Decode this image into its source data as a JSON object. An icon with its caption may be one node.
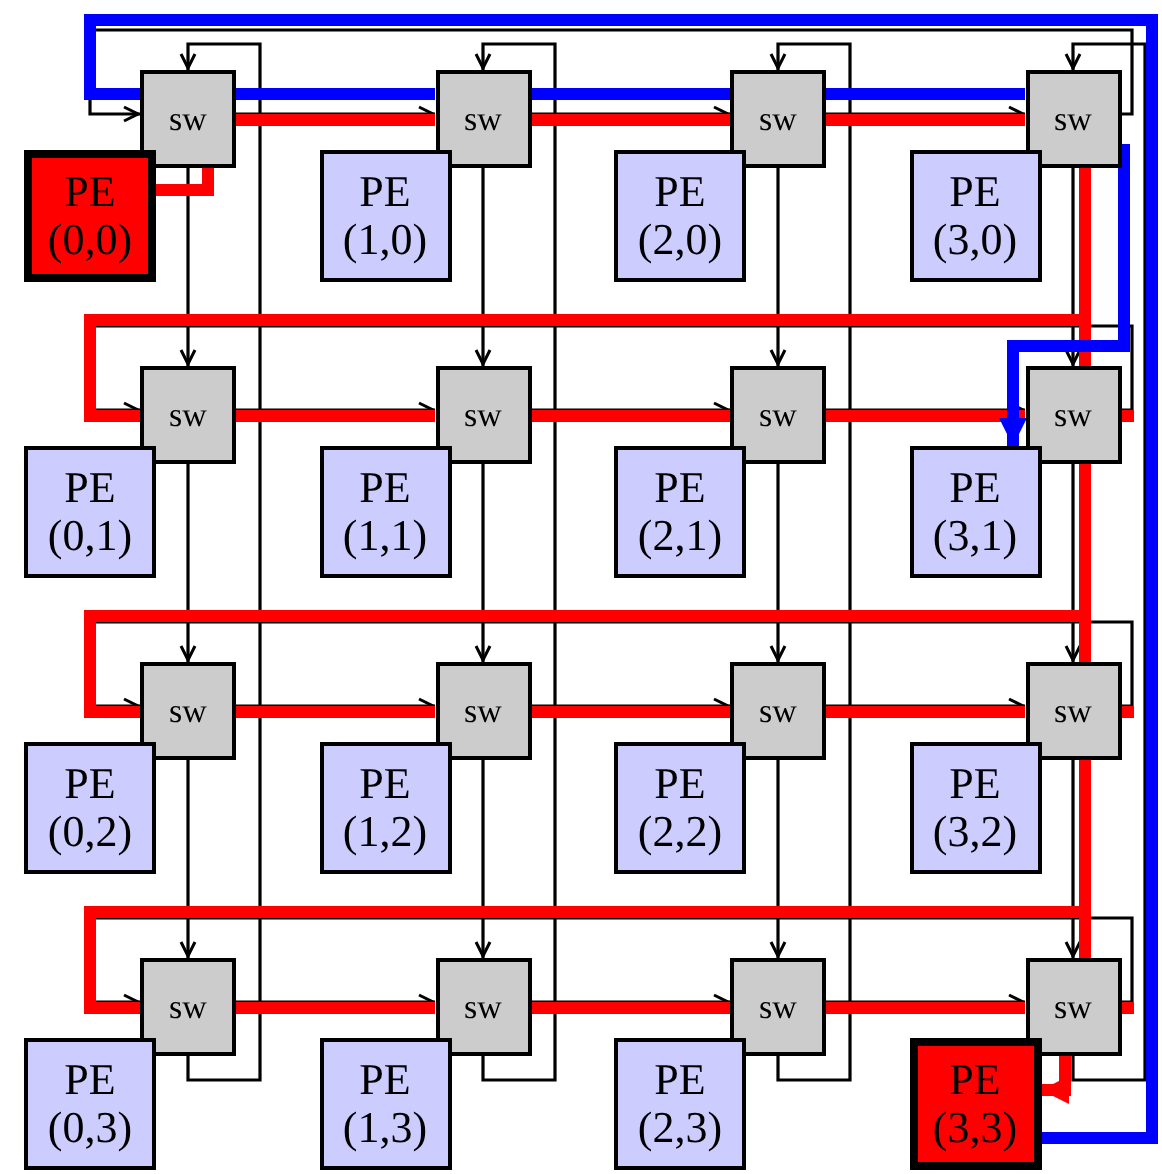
{
  "diagram": {
    "nodes": [
      {
        "text": [
          "sw"
        ]
      },
      {
        "text": [
          "PE (0,0)"
        ]
      },
      {
        "text": [
          "sw"
        ]
      },
      {
        "text": [
          "PE (1,0)"
        ]
      },
      {
        "text": [
          "sw"
        ]
      },
      {
        "text": [
          "PE (2,0)"
        ]
      },
      {
        "text": [
          "sw"
        ]
      },
      {
        "text": [
          "PE (3,0)"
        ]
      },
      {
        "text": [
          "sw"
        ]
      },
      {
        "text": [
          "PE (0,1)"
        ]
      },
      {
        "text": [
          "sw"
        ]
      },
      {
        "text": [
          "PE (1,1)"
        ]
      },
      {
        "text": [
          "sw"
        ]
      },
      {
        "text": [
          "PE (2,1)"
        ]
      },
      {
        "text": [
          "sw"
        ]
      },
      {
        "text": [
          "PE (3,1)"
        ]
      },
      {
        "text": [
          "sw"
        ]
      },
      {
        "text": [
          "PE (0,2)"
        ]
      },
      {
        "text": [
          "sw"
        ]
      },
      {
        "text": [
          "PE (1,2)"
        ]
      },
      {
        "text": [
          "sw"
        ]
      },
      {
        "text": [
          "PE (2,2)"
        ]
      },
      {
        "text": [
          "sw"
        ]
      },
      {
        "text": [
          "PE (3,2)"
        ]
      },
      {
        "text": [
          "sw"
        ]
      },
      {
        "text": [
          "PE (0,3)"
        ]
      },
      {
        "text": [
          "sw"
        ]
      },
      {
        "text": [
          "PE (1,3)"
        ]
      },
      {
        "text": [
          "sw"
        ]
      },
      {
        "text": [
          "PE (2,3)"
        ]
      },
      {
        "text": [
          "sw"
        ]
      },
      {
        "text": [
          "PE (3,3)"
        ]
      }
    ],
    "edges": [
      {
        "from": 0,
        "to": 2,
        "arrow": "to"
      },
      {
        "from": 2,
        "to": 4,
        "arrow": "to"
      },
      {
        "from": 4,
        "to": 6,
        "arrow": "to"
      },
      {
        "from": 6,
        "to": 0,
        "arrow": "to"
      },
      {
        "from": 8,
        "to": 10,
        "arrow": "to"
      },
      {
        "from": 10,
        "to": 12,
        "arrow": "to"
      },
      {
        "from": 12,
        "to": 14,
        "arrow": "to"
      },
      {
        "from": 14,
        "to": 8,
        "arrow": "to"
      },
      {
        "from": 16,
        "to": 18,
        "arrow": "to"
      },
      {
        "from": 18,
        "to": 20,
        "arrow": "to"
      },
      {
        "from": 20,
        "to": 22,
        "arrow": "to"
      },
      {
        "from": 22,
        "to": 16,
        "arrow": "to"
      },
      {
        "from": 24,
        "to": 26,
        "arrow": "to"
      },
      {
        "from": 26,
        "to": 28,
        "arrow": "to"
      },
      {
        "from": 28,
        "to": 30,
        "arrow": "to"
      },
      {
        "from": 30,
        "to": 24,
        "arrow": "to"
      },
      {
        "from": 0,
        "to": 8,
        "arrow": "to"
      },
      {
        "from": 8,
        "to": 16,
        "arrow": "to"
      },
      {
        "from": 16,
        "to": 24,
        "arrow": "to"
      },
      {
        "from": 24,
        "to": 0,
        "arrow": "to"
      },
      {
        "from": 2,
        "to": 10,
        "arrow": "to"
      },
      {
        "from": 10,
        "to": 18,
        "arrow": "to"
      },
      {
        "from": 18,
        "to": 26,
        "arrow": "to"
      },
      {
        "from": 26,
        "to": 2,
        "arrow": "to"
      },
      {
        "from": 4,
        "to": 12,
        "arrow": "to"
      },
      {
        "from": 12,
        "to": 20,
        "arrow": "to"
      },
      {
        "from": 20,
        "to": 28,
        "arrow": "to"
      },
      {
        "from": 28,
        "to": 4,
        "arrow": "to"
      },
      {
        "from": 6,
        "to": 14,
        "arrow": "to"
      },
      {
        "from": 14,
        "to": 22,
        "arrow": "to"
      },
      {
        "from": 22,
        "to": 30,
        "arrow": "to"
      },
      {
        "from": 30,
        "to": 6,
        "arrow": "to"
      },
      {
        "from": 1,
        "to": 0,
        "arrow": "none",
        "style": "thick",
        "color": "#ff0000"
      },
      {
        "from": 0,
        "to": 2,
        "arrow": "none",
        "style": "thick",
        "color": "#ff0000"
      },
      {
        "from": 2,
        "to": 4,
        "arrow": "none",
        "style": "thick",
        "color": "#ff0000"
      },
      {
        "from": 4,
        "to": 6,
        "arrow": "none",
        "style": "thick",
        "color": "#ff0000"
      },
      {
        "from": 6,
        "to": 14,
        "arrow": "none",
        "style": "thick",
        "color": "#ff0000"
      },
      {
        "from": 6,
        "to": 8,
        "arrow": "none",
        "style": "thick",
        "color": "#ff0000"
      },
      {
        "from": 8,
        "to": 10,
        "arrow": "none",
        "style": "thick",
        "color": "#ff0000"
      },
      {
        "from": 10,
        "to": 12,
        "arrow": "none",
        "style": "thick",
        "color": "#ff0000"
      },
      {
        "from": 12,
        "to": 14,
        "arrow": "none",
        "style": "thick",
        "color": "#ff0000"
      },
      {
        "from": 14,
        "to": null,
        "arrow": "none",
        "style": "thick",
        "color": "#ff0000"
      },
      {
        "from": 14,
        "to": 22,
        "arrow": "none",
        "style": "thick",
        "color": "#ff0000"
      },
      {
        "from": 14,
        "to": 16,
        "arrow": "none",
        "style": "thick",
        "color": "#ff0000"
      },
      {
        "from": 16,
        "to": 18,
        "arrow": "none",
        "style": "thick",
        "color": "#ff0000"
      },
      {
        "from": 18,
        "to": 20,
        "arrow": "none",
        "style": "thick",
        "color": "#ff0000"
      },
      {
        "from": 20,
        "to": 22,
        "arrow": "none",
        "style": "thick",
        "color": "#ff0000"
      },
      {
        "from": 22,
        "to": null,
        "arrow": "none",
        "style": "thick",
        "color": "#ff0000"
      },
      {
        "from": 22,
        "to": 30,
        "arrow": "none",
        "style": "thick",
        "color": "#ff0000"
      },
      {
        "from": 22,
        "to": 24,
        "arrow": "none",
        "style": "thick",
        "color": "#ff0000"
      },
      {
        "from": 24,
        "to": 26,
        "arrow": "none",
        "style": "thick",
        "color": "#ff0000"
      },
      {
        "from": 26,
        "to": 28,
        "arrow": "none",
        "style": "thick",
        "color": "#ff0000"
      },
      {
        "from": 28,
        "to": 30,
        "arrow": "none",
        "style": "thick",
        "color": "#ff0000"
      },
      {
        "from": 30,
        "to": null,
        "arrow": "none",
        "style": "thick",
        "color": "#ff0000"
      },
      {
        "from": 30,
        "to": 31,
        "arrow": "to",
        "style": "thick",
        "color": "#ff0000"
      },
      {
        "from": 31,
        "to": 0,
        "arrow": "none",
        "style": "thick",
        "color": "#0000ff"
      },
      {
        "from": 0,
        "to": 2,
        "arrow": "none",
        "style": "thick",
        "color": "#0000ff"
      },
      {
        "from": 2,
        "to": 4,
        "arrow": "none",
        "style": "thick",
        "color": "#0000ff"
      },
      {
        "from": 4,
        "to": 6,
        "arrow": "none",
        "style": "thick",
        "color": "#0000ff"
      },
      {
        "from": 6,
        "to": 15,
        "arrow": "to",
        "style": "thick",
        "color": "#0000ff"
      }
    ]
  }
}
